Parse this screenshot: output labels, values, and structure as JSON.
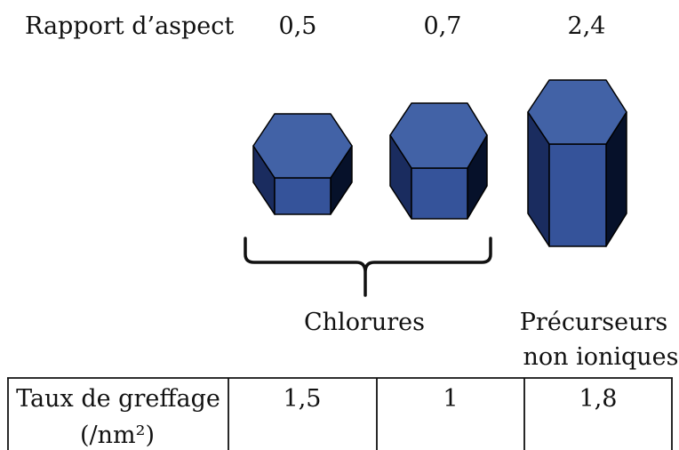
{
  "header": {
    "label": "Rapport d’aspect",
    "values": [
      "0,5",
      "0,7",
      "2,4"
    ]
  },
  "groups": {
    "chlorures": "Chlorures",
    "precurseurs_line1": "Précurseurs",
    "precurseurs_line2": "non ioniques"
  },
  "table": {
    "row_label_line1": "Taux de greffage",
    "row_label_line2": "(/nm²)",
    "values": [
      "1,5",
      "1",
      "1,8"
    ]
  },
  "colors": {
    "top": "#4262a6",
    "front": "#35539a",
    "side_left": "#1a2c5f",
    "side_right": "#06112a",
    "outline": "#000000",
    "text": "#111111"
  },
  "icons": [
    "hexagonal-prism-short",
    "hexagonal-prism-medium",
    "hexagonal-prism-tall",
    "curly-brace"
  ]
}
